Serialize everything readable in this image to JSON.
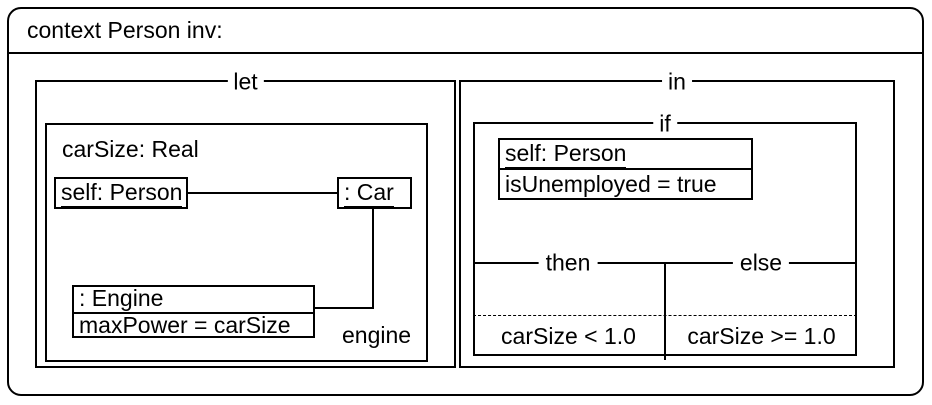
{
  "colors": {
    "line": "#000000",
    "background": "#ffffff"
  },
  "context": {
    "title": "context Person inv:"
  },
  "let_section": {
    "label": "let",
    "declaration": "carSize: Real",
    "self_object": "self: Person",
    "car_object": ": Car",
    "engine_object": ": Engine",
    "engine_attribute": "maxPower = carSize",
    "link_label": "engine"
  },
  "in_section": {
    "label": "in",
    "if_section": {
      "label": "if",
      "condition_object": "self: Person",
      "condition_attribute": "isUnemployed = true",
      "then_label": "then",
      "else_label": "else",
      "then_expression": "carSize < 1.0",
      "else_expression": "carSize >= 1.0"
    }
  }
}
